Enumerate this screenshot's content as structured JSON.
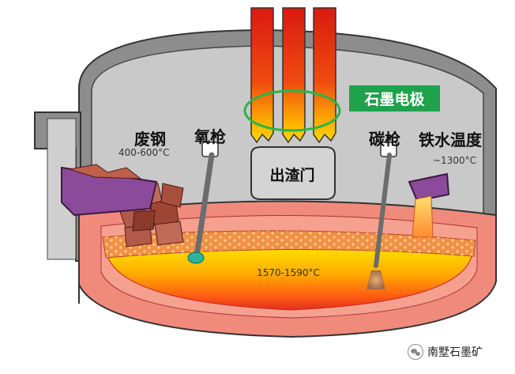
{
  "labels": {
    "scrap_steel": "废钢",
    "scrap_temp": "400-600°C",
    "oxygen_lance": "氧枪",
    "carbon_lance": "碳枪",
    "molten_iron_temp_label": "铁水温度",
    "molten_iron_temp_value": "~1300°C",
    "graphite_electrode": "石墨电极",
    "slag_door": "出渣门",
    "bath_temp": "1570-1590°C"
  },
  "watermark": {
    "text": "南墅石墨矿"
  },
  "colors": {
    "shell": "#8a8a8a",
    "interior": "#c7c7c7",
    "lining": "#f28c7e",
    "graphite_box": "#1ea24b",
    "highlight_ring": "#2bb34a"
  }
}
